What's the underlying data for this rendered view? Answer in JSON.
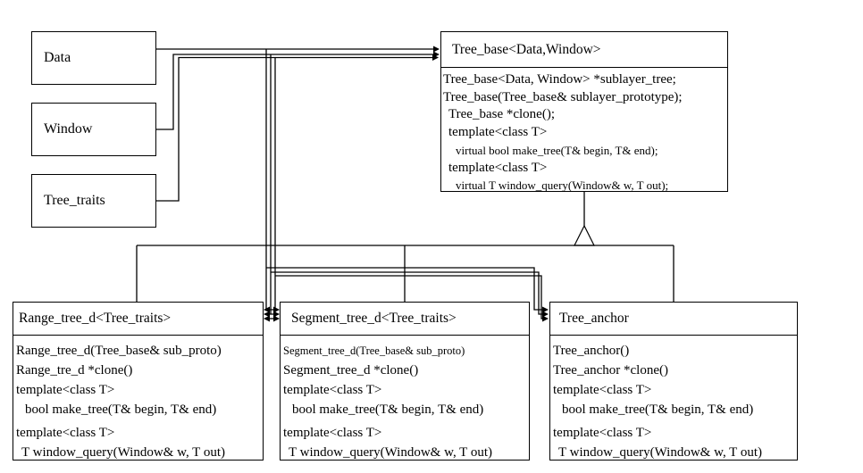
{
  "colors": {
    "line": "#000000",
    "background": "#ffffff",
    "text": "#000000"
  },
  "param_boxes": {
    "data": {
      "label": "Data"
    },
    "window": {
      "label": "Window"
    },
    "tree_traits": {
      "label": "Tree_traits"
    }
  },
  "classes": {
    "tree_base": {
      "title": "Tree_base<Data,Window>",
      "members": [
        "Tree_base<Data, Window> *sublayer_tree;",
        "Tree_base(Tree_base& sublayer_prototype);",
        "Tree_base *clone();",
        "template<class T>",
        "virtual bool make_tree(T& begin, T& end);",
        "template<class T>",
        "virtual T window_query(Window& w, T out);"
      ]
    },
    "range_tree_d": {
      "title": "Range_tree_d<Tree_traits>",
      "members": [
        "Range_tree_d(Tree_base& sub_proto)",
        "Range_tre_d *clone()",
        "template<class T>",
        "bool make_tree(T& begin, T& end)",
        "template<class T>",
        "T window_query(Window& w, T out)"
      ]
    },
    "segment_tree_d": {
      "title": "Segment_tree_d<Tree_traits>",
      "members": [
        "Segment_tree_d(Tree_base& sub_proto)",
        "Segment_tree_d *clone()",
        "template<class T>",
        "bool make_tree(T& begin, T& end)",
        "template<class T>",
        "T window_query(Window& w, T out)"
      ]
    },
    "tree_anchor": {
      "title": "Tree_anchor",
      "members": [
        "Tree_anchor()",
        "Tree_anchor *clone()",
        "template<class T>",
        "bool make_tree(T& begin, T& end)",
        "template<class T>",
        "T window_query(Window& w, T out)"
      ]
    }
  }
}
